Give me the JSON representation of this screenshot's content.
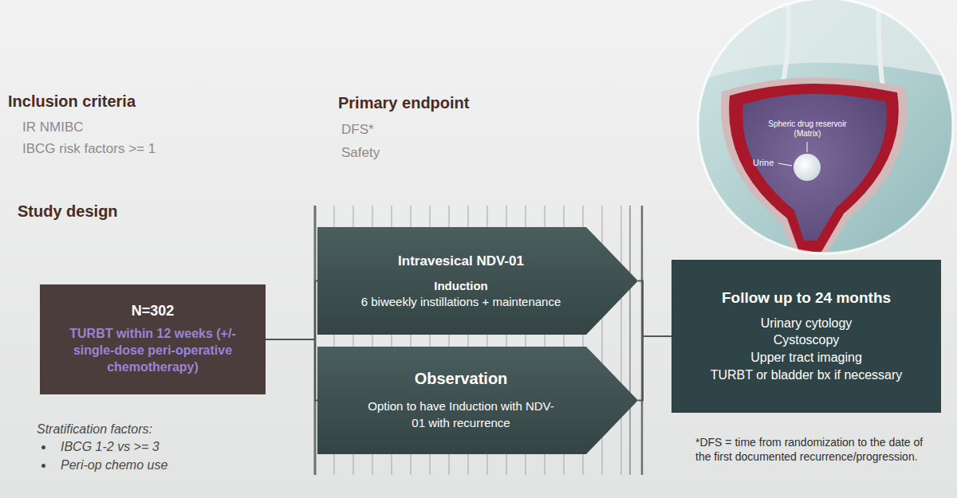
{
  "diagram": {
    "nodes": [
      {
        "text": [
          "N=302",
          "TURBT within 12 weeks (+/- single-dose peri-operative chemotherapy)"
        ]
      },
      {
        "text": [
          "Intravesical NDV-01",
          "Induction",
          "6 biweekly instillations + maintenance"
        ]
      },
      {
        "text": [
          "Observation",
          "Option to have Induction with NDV-01 with recurrence"
        ]
      },
      {
        "text": [
          "Follow up to 24 months",
          "Urinary cytology",
          "Cystoscopy",
          "Upper tract imaging",
          "TURBT or bladder bx if necessary"
        ]
      }
    ],
    "edges": [
      {
        "from": 0,
        "to": 1,
        "arrow": "none"
      },
      {
        "from": 0,
        "to": 2,
        "arrow": "none"
      },
      {
        "from": 1,
        "to": 3,
        "arrow": "none"
      },
      {
        "from": 2,
        "to": 3,
        "arrow": "none"
      }
    ],
    "labels": [
      "Inclusion criteria",
      "IR NMIBC",
      "IBCG risk factors >= 1",
      "Primary endpoint",
      "DFS*",
      "Safety",
      "Study design",
      "Stratification factors:",
      "IBCG 1-2 vs >= 3",
      "Peri-op chemo use",
      "*DFS = time from randomization to the date of the first documented recurrence/progression.",
      "Spheric drug reservoir (Matrix)",
      "Urine"
    ]
  }
}
